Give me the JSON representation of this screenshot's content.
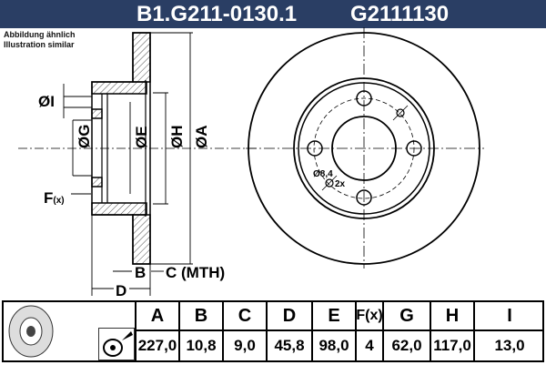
{
  "header": {
    "part_number": "B1.G211-0130.1",
    "ref_number": "G2111130",
    "background": "#2a3e64"
  },
  "note": {
    "line1": "Abbildung ähnlich",
    "line2": "Illustration similar"
  },
  "diagram": {
    "labels": {
      "I": "ØI",
      "G": "ØG",
      "E": "ØE",
      "H": "ØH",
      "A": "ØA",
      "F": "F",
      "F_sub": "(x)",
      "B": "B",
      "C": "C (MTH)",
      "D": "D"
    },
    "hole_note": {
      "diameter": "Ø8,4",
      "count": "2x"
    }
  },
  "table": {
    "icons": [
      "brake-disc-icon",
      "spray-icon"
    ],
    "columns": [
      {
        "key": "A",
        "value": "227,0"
      },
      {
        "key": "B",
        "value": "10,8"
      },
      {
        "key": "C",
        "value": "9,0"
      },
      {
        "key": "D",
        "value": "45,8"
      },
      {
        "key": "E",
        "value": "98,0"
      },
      {
        "key": "F(x)",
        "value": "4"
      },
      {
        "key": "G",
        "value": "62,0"
      },
      {
        "key": "H",
        "value": "117,0"
      },
      {
        "key": "I",
        "value": "13,0"
      }
    ]
  }
}
